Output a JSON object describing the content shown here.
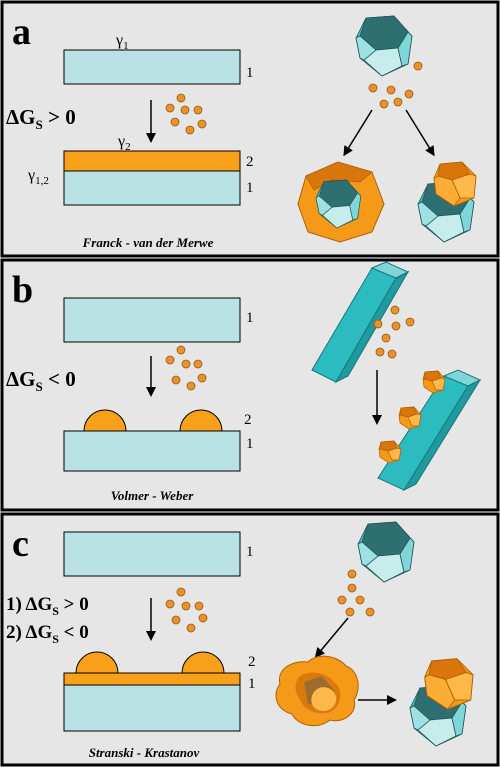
{
  "colors": {
    "panel_bg": "#e6e6e6",
    "substrate": "#b9e2e4",
    "film": "#f9a01b",
    "adatom": "#e8922b",
    "crystal_dark": "#2e6f72",
    "crystal_light": "#c6ecec",
    "crystal_mid": "#48bcc0",
    "rod": "#2cbcc0",
    "orange_dark": "#d8760c",
    "orange_light": "#ffb84a"
  },
  "panels": [
    {
      "letter": "a",
      "condition_1": "ΔG",
      "condition_1_sub": "S",
      "condition_1_rel": " > 0",
      "gamma_1": "γ",
      "gamma_1_sub": "1",
      "gamma_2": "γ",
      "gamma_2_sub": "2",
      "gamma_12": "γ",
      "gamma_12_sub": "1,2",
      "layer_label_top": "1",
      "layer_label_film": "2",
      "layer_label_bottom": "1",
      "caption": "Franck - van der Merwe"
    },
    {
      "letter": "b",
      "condition_1": "ΔG",
      "condition_1_sub": "S",
      "condition_1_rel": " < 0",
      "layer_label_top": "1",
      "layer_label_film": "2",
      "layer_label_bottom": "1",
      "caption": "Volmer - Weber"
    },
    {
      "letter": "c",
      "condition_1": "1) ΔG",
      "condition_1_sub": "S",
      "condition_1_rel": " > 0",
      "condition_2": "2) ΔG",
      "condition_2_sub": "S",
      "condition_2_rel": " < 0",
      "layer_label_top": "1",
      "layer_label_film": "2",
      "layer_label_bottom": "1",
      "caption": "Stranski - Krastanov"
    }
  ]
}
